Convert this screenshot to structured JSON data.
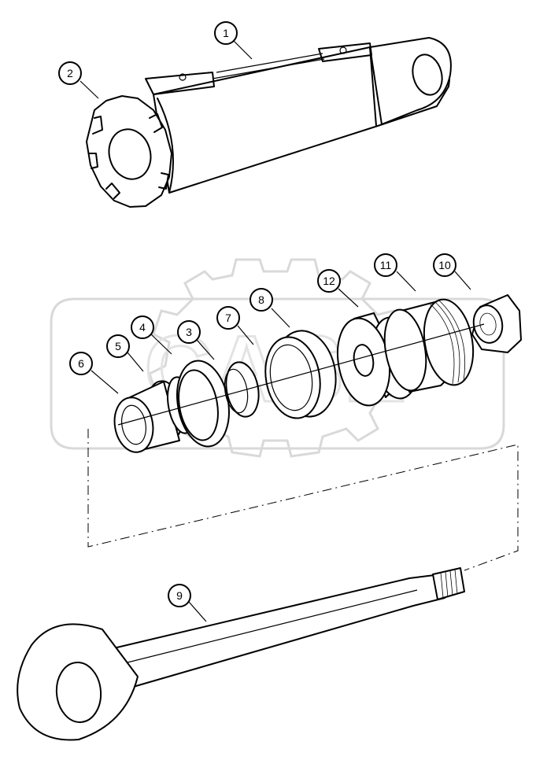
{
  "diagram": {
    "callouts": [
      {
        "id": "c1",
        "label": "1"
      },
      {
        "id": "c2",
        "label": "2"
      },
      {
        "id": "c3",
        "label": "3"
      },
      {
        "id": "c4",
        "label": "4"
      },
      {
        "id": "c5",
        "label": "5"
      },
      {
        "id": "c6",
        "label": "6"
      },
      {
        "id": "c7",
        "label": "7"
      },
      {
        "id": "c8",
        "label": "8"
      },
      {
        "id": "c9",
        "label": "9"
      },
      {
        "id": "c10",
        "label": "10"
      },
      {
        "id": "c11",
        "label": "11"
      },
      {
        "id": "c12",
        "label": "12"
      }
    ],
    "watermark": "CASE"
  }
}
